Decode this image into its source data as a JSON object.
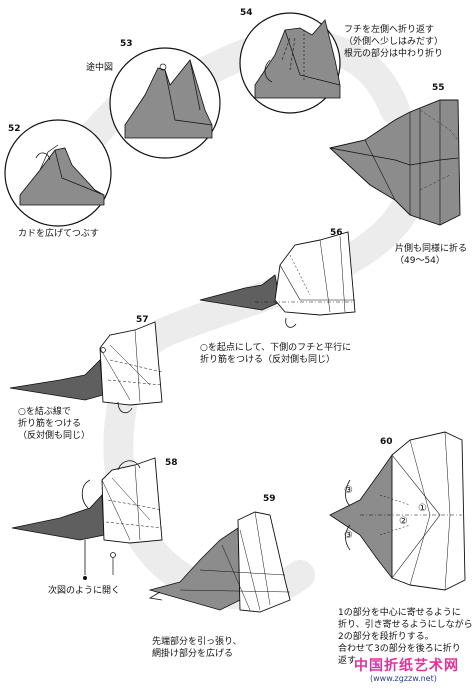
{
  "colors": {
    "background": "#ffffff",
    "path_band": "#eeeeee",
    "paper_gray": "#8c8c8c",
    "paper_dark": "#5f5f5f",
    "paper_white": "#ffffff",
    "line": "#111111",
    "watermark_pink": "#e0329c",
    "watermark_blue": "#2b3f86"
  },
  "steps": [
    {
      "id": "52",
      "number": "52",
      "note": "カドを広げてつぶす"
    },
    {
      "id": "53",
      "number": "53",
      "note": "途中図"
    },
    {
      "id": "54",
      "number": "54",
      "note": "フチを左側へ折り返す\n（外側へ少しはみだす）\n根元の部分は中わり折り"
    },
    {
      "id": "55",
      "number": "55",
      "note": ""
    },
    {
      "id": "56",
      "number": "56",
      "note": "片側も同様に折る\n（49～54）"
    },
    {
      "id": "57",
      "number": "57",
      "note": "○を起点にして、下側のフチと平行に\n折り筋をつける（反対側も同じ）"
    },
    {
      "id": "58",
      "number": "58",
      "note": "○を結ぶ線で\n折り筋をつける\n（反対側も同じ）"
    },
    {
      "id": "58b",
      "number": "",
      "note": "次図のように開く"
    },
    {
      "id": "59",
      "number": "59",
      "note": "先端部分を引っ張り、\n網掛け部分を広げる"
    },
    {
      "id": "60",
      "number": "60",
      "note": "1の部分を中心に寄せるように\n折り、引き寄せるようにしながら\n2の部分を段折りする。\n合わせて3の部分を後ろに折り\n返す"
    }
  ],
  "marks": {
    "one": "①",
    "two": "②",
    "three": "③",
    "three_b": "③"
  },
  "watermark": {
    "brand": "中国折纸艺术网",
    "url": "(www.zgzzw.net)"
  }
}
